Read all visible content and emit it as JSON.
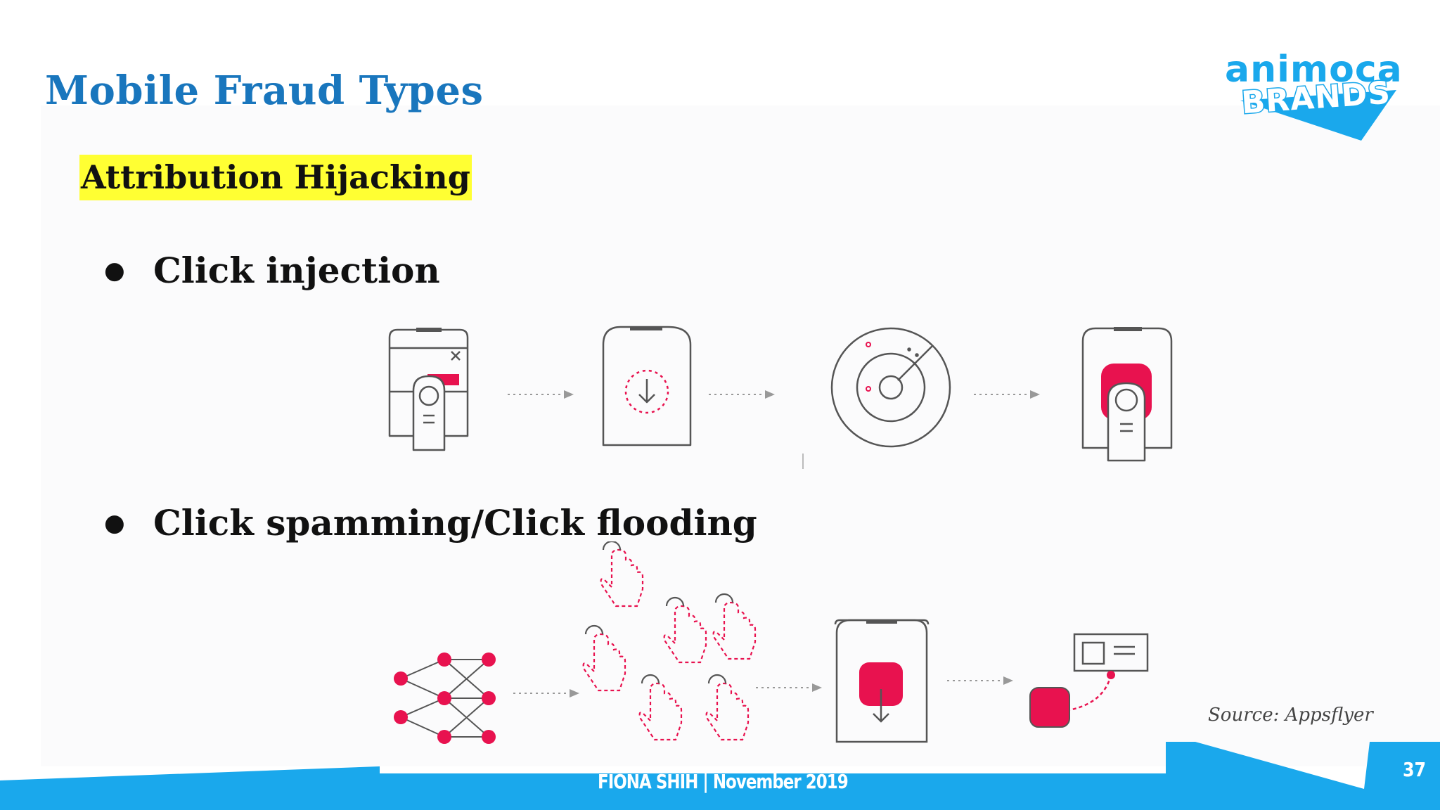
{
  "slide": {
    "title": "Mobile Fraud Types",
    "subtitle": "Attribution Hijacking",
    "bullets": [
      {
        "marker": "●",
        "text": "Click injection"
      },
      {
        "marker": "●",
        "text": "Click spamming/Click flooding"
      }
    ],
    "source": "Source: Appsflyer",
    "footer": "FIONA SHIH | November 2019",
    "page_number": "37"
  },
  "logo": {
    "line1": "animoca",
    "line2": "BRANDS"
  },
  "colors": {
    "title": "#1976bd",
    "highlight": "#ffff33",
    "accent": "#e8124f",
    "footer": "#1aa8ec"
  },
  "icons": {
    "click_injection": [
      "app-ad-tap-icon",
      "app-download-icon",
      "radar-scan-icon",
      "phone-tap-icon"
    ],
    "click_spamming": [
      "network-graph-icon",
      "multiple-taps-icon",
      "app-install-icon",
      "attribution-link-icon"
    ]
  }
}
